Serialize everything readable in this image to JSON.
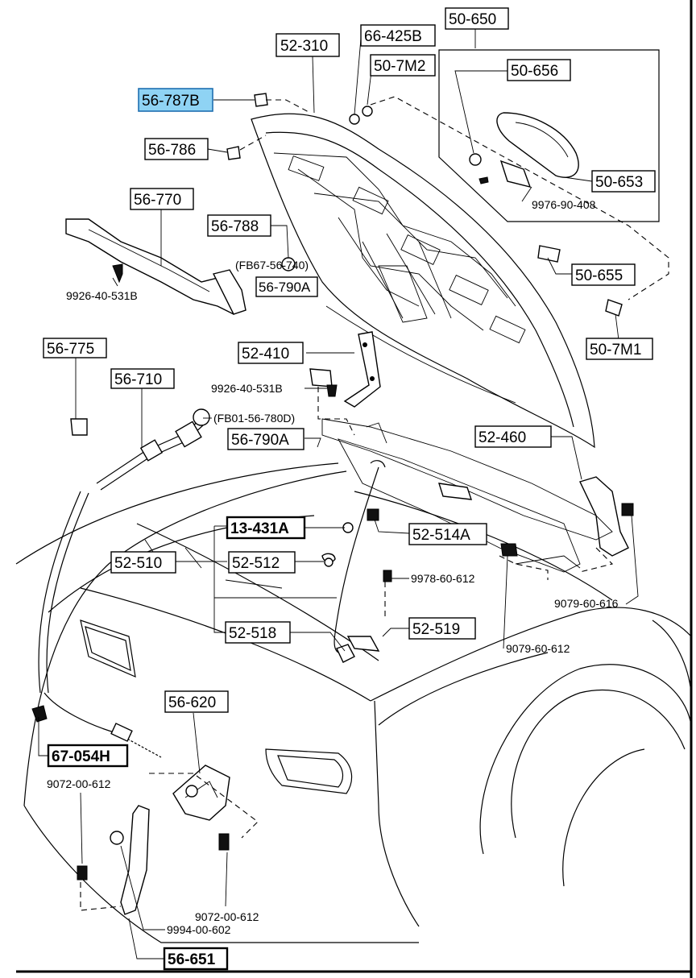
{
  "colors": {
    "ink": "#000000",
    "paper": "#ffffff",
    "highlight": "#8fd3f4",
    "highlight_border": "#1f6fb0"
  },
  "boxed_labels": [
    {
      "id": "b0",
      "text": "56-787B",
      "style": "highlight"
    },
    {
      "id": "b1",
      "text": "52-310"
    },
    {
      "id": "b2",
      "text": "66-425B"
    },
    {
      "id": "b3",
      "text": "50-7M2"
    },
    {
      "id": "b4",
      "text": "50-650"
    },
    {
      "id": "b5",
      "text": "50-656"
    },
    {
      "id": "b6",
      "text": "56-786"
    },
    {
      "id": "b7",
      "text": "50-653"
    },
    {
      "id": "b8",
      "text": "56-770"
    },
    {
      "id": "b9",
      "text": "56-788"
    },
    {
      "id": "b10",
      "text": "56-790A"
    },
    {
      "id": "b11",
      "text": "50-655"
    },
    {
      "id": "b12",
      "text": "56-775"
    },
    {
      "id": "b13",
      "text": "52-410"
    },
    {
      "id": "b14",
      "text": "50-7M1"
    },
    {
      "id": "b15",
      "text": "56-710"
    },
    {
      "id": "b16",
      "text": "56-790A"
    },
    {
      "id": "b17",
      "text": "52-460"
    },
    {
      "id": "b18",
      "text": "13-431A",
      "style": "bold"
    },
    {
      "id": "b19",
      "text": "52-514A"
    },
    {
      "id": "b20",
      "text": "52-510"
    },
    {
      "id": "b21",
      "text": "52-512"
    },
    {
      "id": "b22",
      "text": "52-518"
    },
    {
      "id": "b23",
      "text": "52-519"
    },
    {
      "id": "b24",
      "text": "56-620"
    },
    {
      "id": "b25",
      "text": "67-054H",
      "style": "bold"
    },
    {
      "id": "b26",
      "text": "56-651",
      "style": "bold"
    }
  ],
  "plain_labels": [
    {
      "id": "p0",
      "text": "9976-90-408"
    },
    {
      "id": "p1",
      "text": "(FB67-56-740)"
    },
    {
      "id": "p2",
      "text": "9926-40-531B"
    },
    {
      "id": "p3",
      "text": "9926-40-531B"
    },
    {
      "id": "p4",
      "text": "(FB01-56-780D)"
    },
    {
      "id": "p5",
      "text": "9978-60-612"
    },
    {
      "id": "p6",
      "text": "9079-60-616"
    },
    {
      "id": "p7",
      "text": "9079-60-612"
    },
    {
      "id": "p8",
      "text": "9072-00-612"
    },
    {
      "id": "p9",
      "text": "9072-00-612"
    },
    {
      "id": "p10",
      "text": "9994-00-602"
    }
  ]
}
